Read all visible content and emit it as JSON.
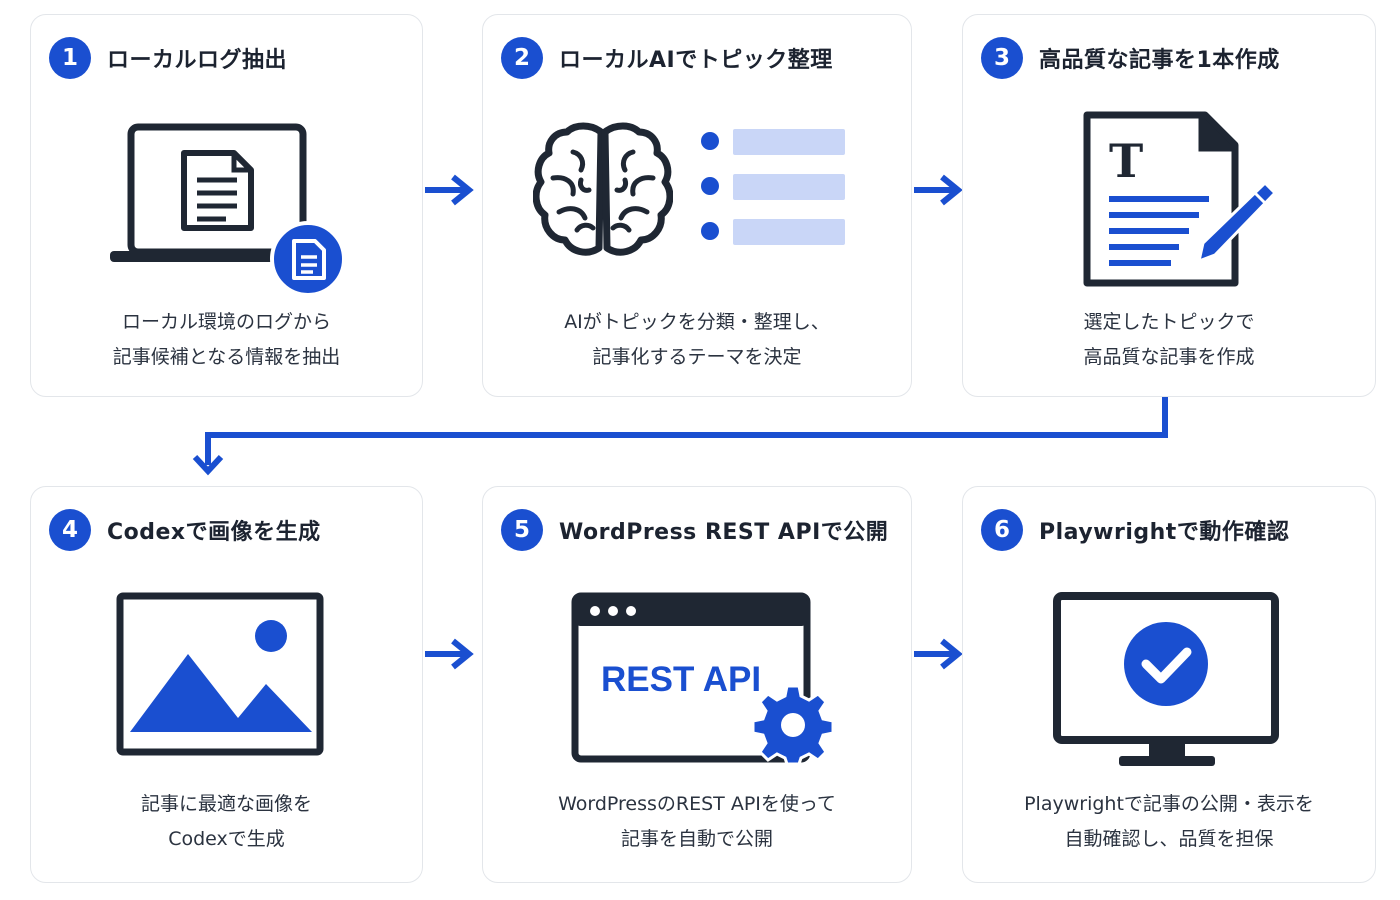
{
  "steps": [
    {
      "number": "1",
      "title": "ローカルログ抽出",
      "desc_line1": "ローカル環境のログから",
      "desc_line2": "記事候補となる情報を抽出"
    },
    {
      "number": "2",
      "title": "ローカルAIでトピック整理",
      "desc_line1": "AIがトピックを分類・整理し、",
      "desc_line2": "記事化するテーマを決定"
    },
    {
      "number": "3",
      "title": "高品質な記事を1本作成",
      "desc_line1": "選定したトピックで",
      "desc_line2": "高品質な記事を作成"
    },
    {
      "number": "4",
      "title": "Codexで画像を生成",
      "desc_line1": "記事に最適な画像を",
      "desc_line2": "Codexで生成"
    },
    {
      "number": "5",
      "title": "WordPress REST APIで公開",
      "desc_line1": "WordPressのREST APIを使って",
      "desc_line2": "記事を自動で公開",
      "illus_text": "REST API"
    },
    {
      "number": "6",
      "title": "Playwrightで動作確認",
      "desc_line1": "Playwrightで記事の公開・表示を",
      "desc_line2": "自動確認し、品質を担保"
    }
  ],
  "icons": {
    "step1": [
      "laptop-icon",
      "document-icon"
    ],
    "step2": [
      "brain-icon",
      "list-icon"
    ],
    "step3": [
      "document-text-icon",
      "pencil-icon"
    ],
    "step4": [
      "image-icon"
    ],
    "step5": [
      "browser-window-icon",
      "gear-icon"
    ],
    "step6": [
      "monitor-icon",
      "check-circle-icon"
    ]
  },
  "colors": {
    "accent": "#1a4fd0",
    "dark": "#1c2330",
    "light_accent": "#c9d6f7",
    "border": "#e3e6ea"
  }
}
